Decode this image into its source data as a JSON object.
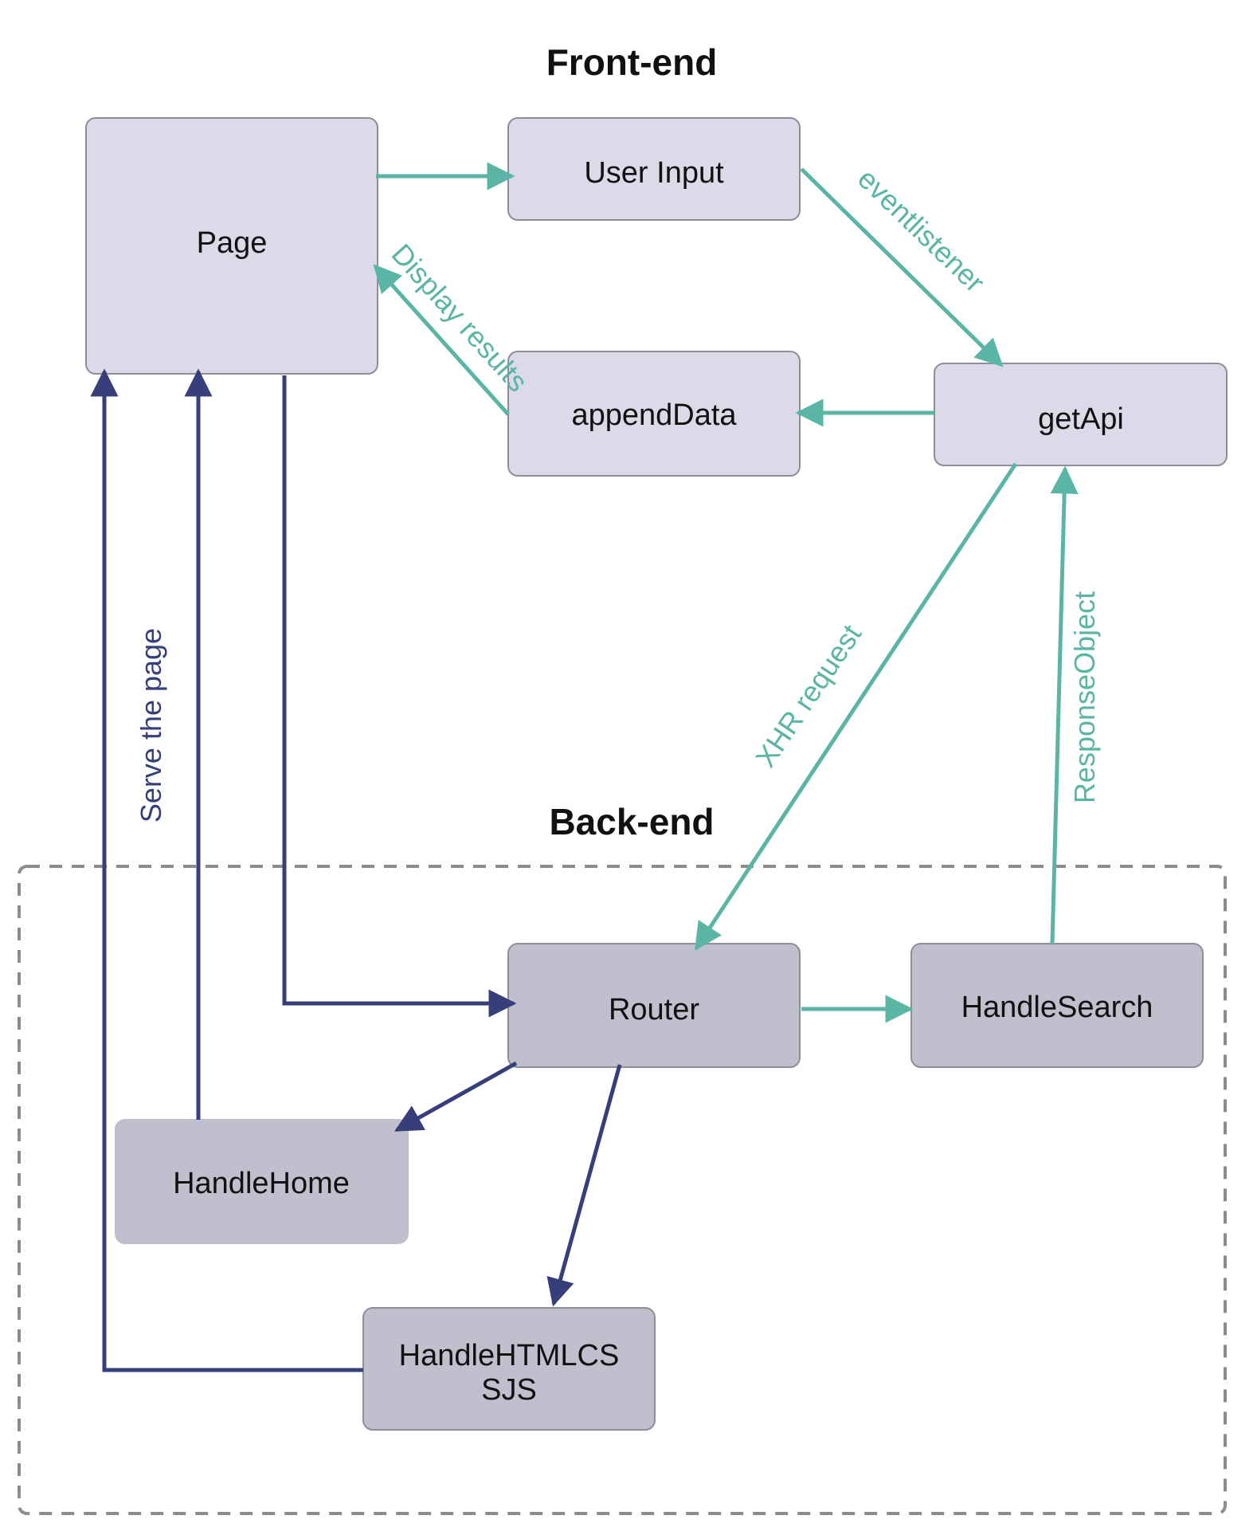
{
  "headings": {
    "frontend": "Front-end",
    "backend": "Back-end"
  },
  "nodes": {
    "page": "Page",
    "user_input": "User Input",
    "append_data": "appendData",
    "get_api": "getApi",
    "router": "Router",
    "handle_search": "HandleSearch",
    "handle_home": "HandleHome",
    "handle_htmlcssjs_line1": "HandleHTMLCS",
    "handle_htmlcssjs_line2": "SJS"
  },
  "edge_labels": {
    "eventlistener": "eventlistener",
    "display_results": "Display results",
    "xhr_request": "XHR request",
    "response_object": "ResponseObject",
    "serve_the_page": "Serve the page"
  },
  "colors": {
    "frontend_node_fill": "#dcdae8",
    "backend_node_fill": "#c0bfcd",
    "node_stroke": "#8e8e96",
    "teal_edge": "#5ab5a5",
    "navy_edge": "#363f7a",
    "cluster_border": "#8c8c8c"
  }
}
